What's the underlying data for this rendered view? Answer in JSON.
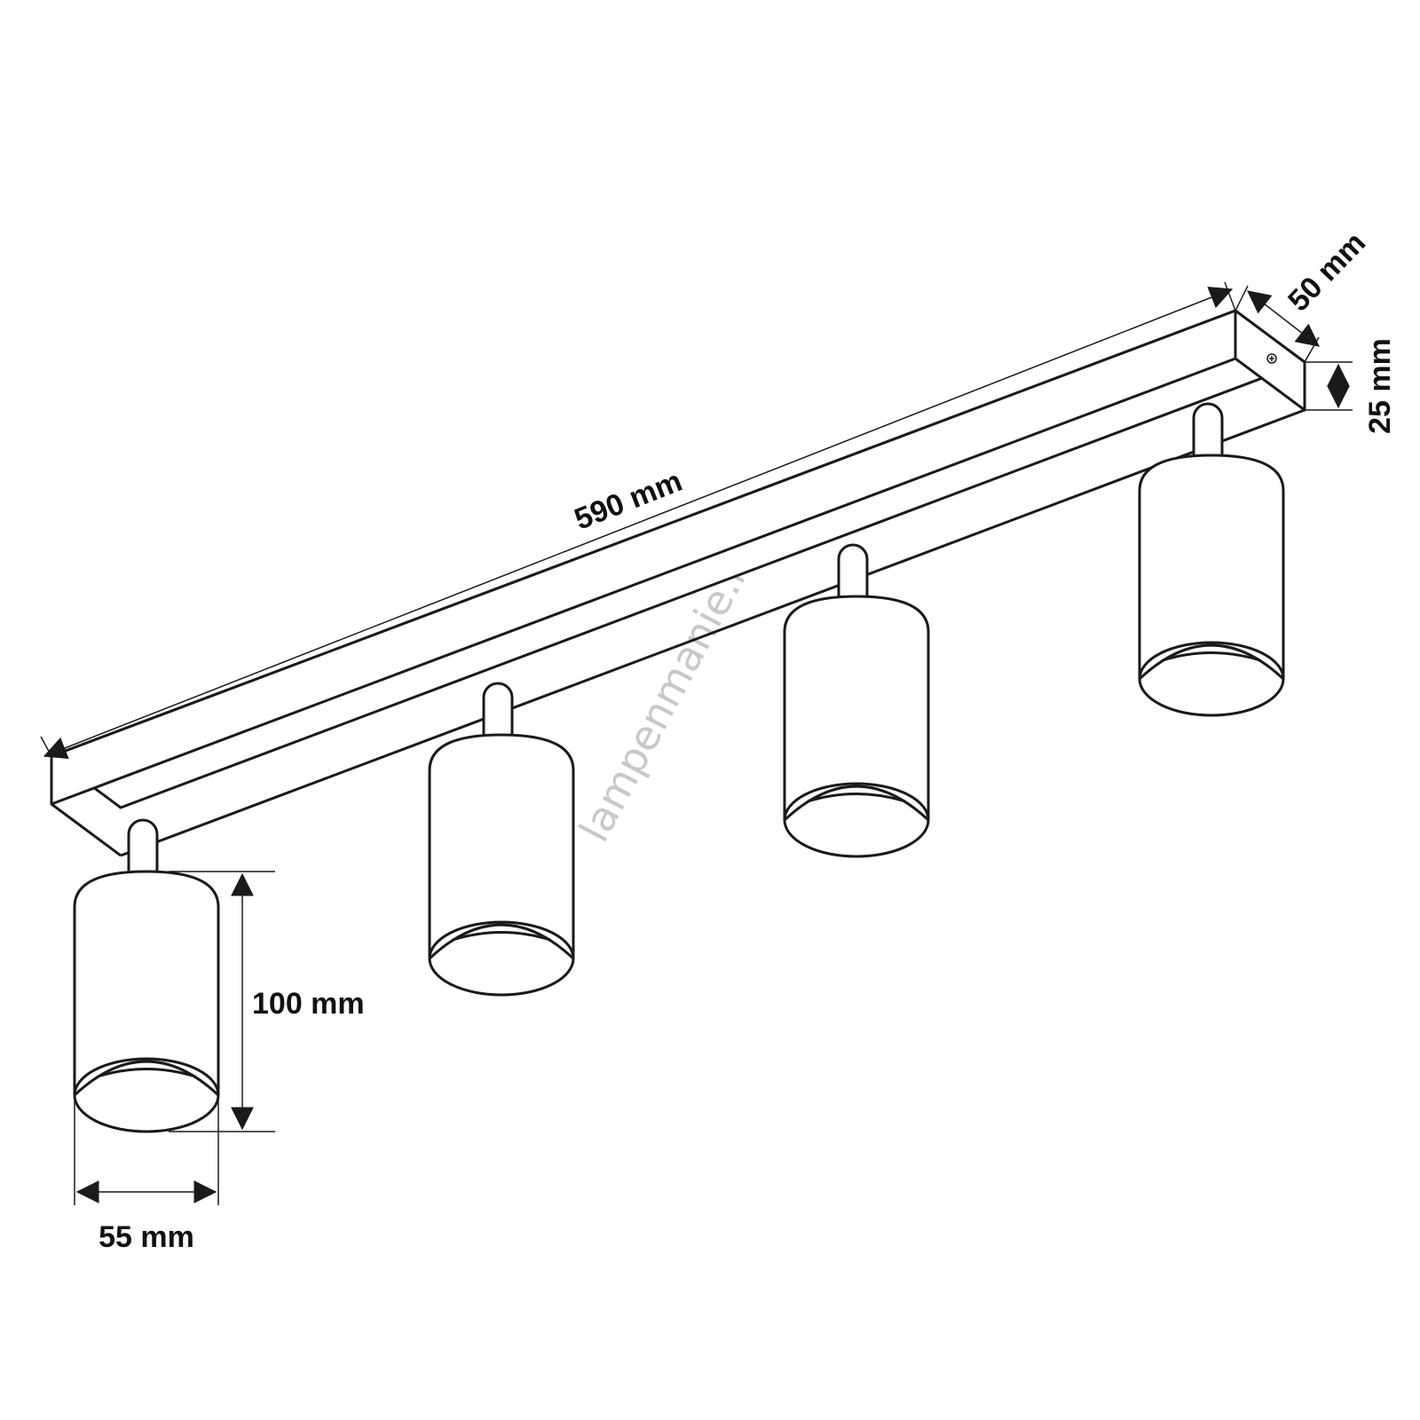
{
  "dimensions": {
    "length": "590 mm",
    "width": "50 mm",
    "height": "25 mm",
    "spot_height": "100 mm",
    "spot_diameter": "55 mm"
  },
  "watermark": "lampenmanie.nl",
  "colors": {
    "line": "#1a1a1a",
    "watermark": "#c8c8c8"
  }
}
